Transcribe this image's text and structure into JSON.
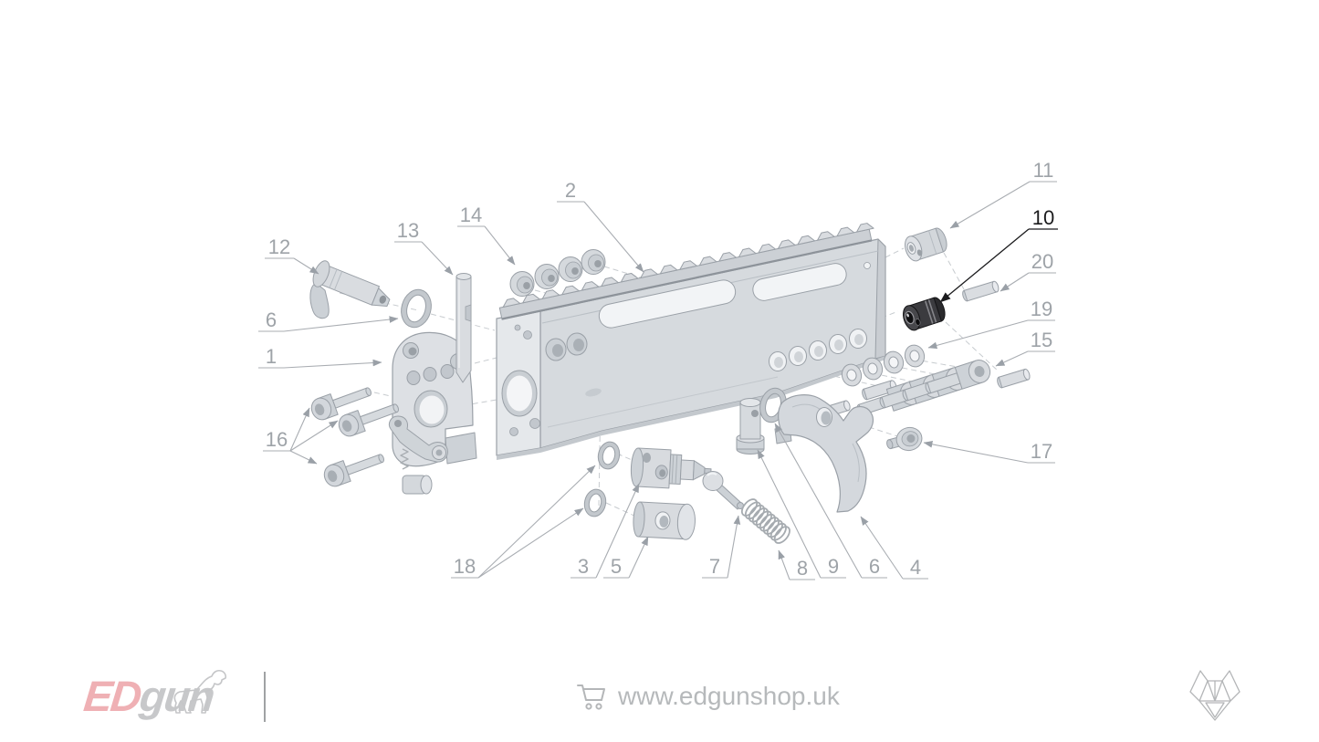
{
  "page": {
    "background_color": "#ffffff"
  },
  "diagram": {
    "type": "exploded-parts-diagram",
    "callout_color": "#9ea3a8",
    "highlight_color": "#1b1b1d",
    "part_fill_color": "#d7dbdf",
    "part_stroke_color": "#9aa0a7",
    "callouts": [
      {
        "label": "12",
        "highlighted": false
      },
      {
        "label": "13",
        "highlighted": false
      },
      {
        "label": "14",
        "highlighted": false
      },
      {
        "label": "2",
        "highlighted": false
      },
      {
        "label": "11",
        "highlighted": false
      },
      {
        "label": "10",
        "highlighted": true
      },
      {
        "label": "20",
        "highlighted": false
      },
      {
        "label": "19",
        "highlighted": false
      },
      {
        "label": "15",
        "highlighted": false
      },
      {
        "label": "17",
        "highlighted": false
      },
      {
        "label": "6",
        "highlighted": false
      },
      {
        "label": "1",
        "highlighted": false
      },
      {
        "label": "16",
        "highlighted": false
      },
      {
        "label": "18",
        "highlighted": false
      },
      {
        "label": "3",
        "highlighted": false
      },
      {
        "label": "5",
        "highlighted": false
      },
      {
        "label": "7",
        "highlighted": false
      },
      {
        "label": "8",
        "highlighted": false
      },
      {
        "label": "9",
        "highlighted": false
      },
      {
        "label": "6",
        "highlighted": false
      },
      {
        "label": "4",
        "highlighted": false
      }
    ]
  },
  "footer": {
    "brand": {
      "prefix": "ED",
      "suffix": "gun",
      "prefix_color": "#efb0b4",
      "suffix_color": "#c7c8ca"
    },
    "url": "www.edgunshop.uk"
  }
}
